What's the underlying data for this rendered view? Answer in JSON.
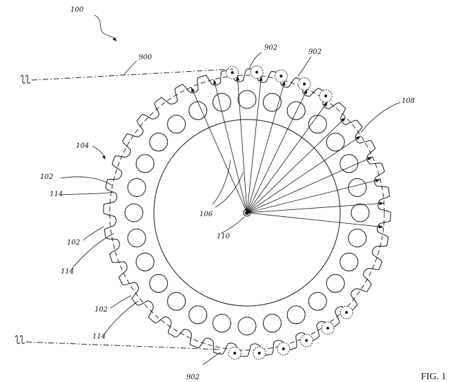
{
  "labels": {
    "ref_100": "100",
    "ref_900": "900",
    "ref_902_top_left": "902",
    "ref_902_top_right": "902",
    "ref_902_bottom": "902",
    "ref_108": "108",
    "ref_104": "104",
    "ref_102_a": "102",
    "ref_114_a": "114",
    "ref_102_b": "102",
    "ref_114_b": "114",
    "ref_102_c": "102",
    "ref_114_c": "114",
    "ref_106": "106",
    "ref_110": "110",
    "fig_caption": "FIG. 1"
  }
}
